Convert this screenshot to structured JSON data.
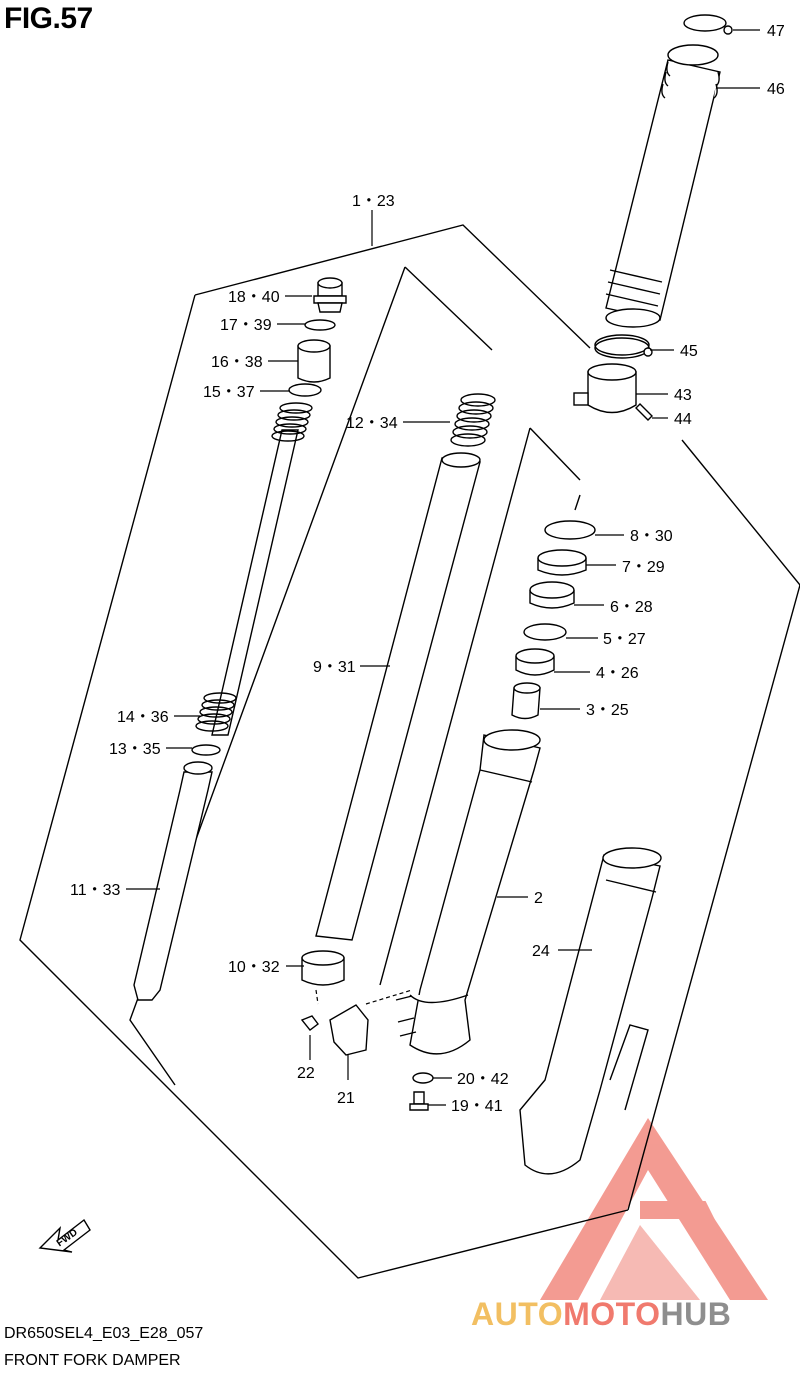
{
  "figure": {
    "title": "FIG.57",
    "model_code": "DR650SEL4_E03_E28_057",
    "caption": "FRONT FORK DAMPER"
  },
  "watermark": {
    "part1": "AUTO",
    "part2": "MOTO",
    "part3": "HUB",
    "colors": {
      "auto": "#f2bf62",
      "moto": "#f07a6e",
      "hub": "#8e8e8e",
      "logo": "#f07a6e"
    }
  },
  "fwd_label": "FWD",
  "labels": {
    "p47": "47",
    "p46": "46",
    "p1_23": "1・23",
    "p18_40": "18・40",
    "p17_39": "17・39",
    "p16_38": "16・38",
    "p15_37": "15・37",
    "p12_34": "12・34",
    "p45": "45",
    "p43": "43",
    "p44": "44",
    "p8_30": "8・30",
    "p7_29": "7・29",
    "p6_28": "6・28",
    "p5_27": "5・27",
    "p4_26": "4・26",
    "p9_31": "9・31",
    "p3_25": "3・25",
    "p14_36": "14・36",
    "p13_35": "13・35",
    "p11_33": "11・33",
    "p2": "2",
    "p24": "24",
    "p10_32": "10・32",
    "p22": "22",
    "p21": "21",
    "p20_42": "20・42",
    "p19_41": "19・41"
  }
}
